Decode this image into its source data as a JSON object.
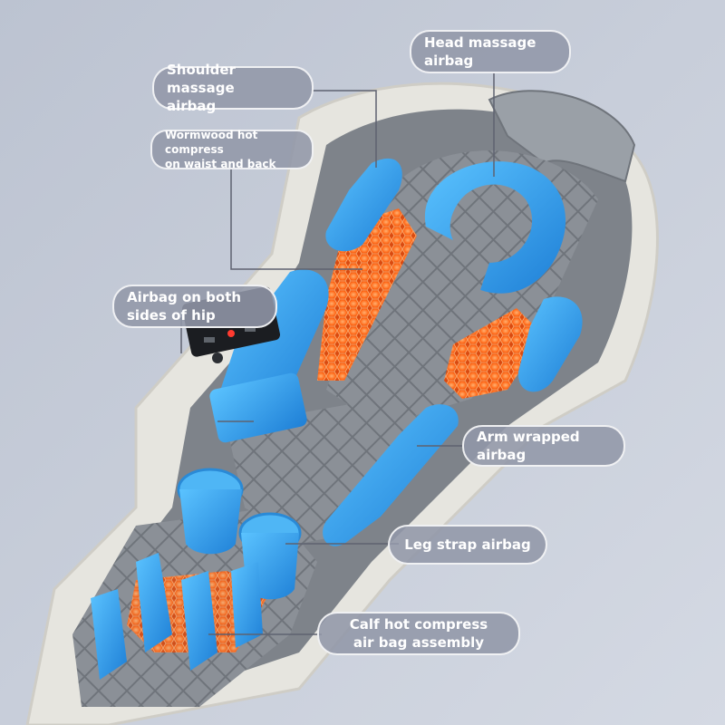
{
  "callouts": {
    "head_massage": "Head massage\nairbag",
    "shoulder_massage": "Shoulder massage\nairbag",
    "wormwood": "Wormwood hot compress\non waist and back",
    "hip_airbag": "Airbag on both\nsides of hip",
    "arm_airbag": "Arm wrapped airbag",
    "leg_strap": "Leg strap airbag",
    "calf_compress": "Calf hot compress\nair bag assembly"
  },
  "colors": {
    "background": "#c9cfdb",
    "airbag": "#3a9fe6",
    "heat": "#ff6a1a",
    "upholstery": "#8a8f96",
    "shell": "#e6e5df"
  }
}
